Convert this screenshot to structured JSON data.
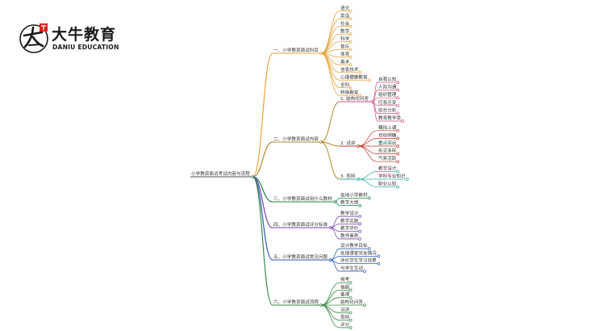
{
  "brand": {
    "name_cn": "大牛教育",
    "name_en": "DANIU EDUCATION",
    "accent": "#d9251c"
  },
  "diagram": {
    "root": "小学教资面试考试内容与流程",
    "branches": [
      {
        "label": "一、小学教资面试科目",
        "color": "#e8a33a",
        "leaves": [
          "语文",
          "英语",
          "社会",
          "数学",
          "科学",
          "音乐",
          "体育",
          "美术",
          "信息技术",
          "心理健康教育",
          "全科",
          "特殊教育"
        ]
      },
      {
        "label": "二、小学教资面试内容",
        "color": "#b38a2e",
        "children": [
          {
            "label": "1. 结构化问答",
            "color": "#d94f8a",
            "leaves": [
              "自我认知",
              "人际沟通",
              "组织管理",
              "应急应变",
              "综合分析",
              "教育教学类"
            ]
          },
          {
            "label": "2. 试讲",
            "color": "#c0392b",
            "leaves": [
              "模拟上课",
              "目标明确",
              "重点突出",
              "形式多样",
              "气氛活跃"
            ]
          },
          {
            "label": "3. 答辩",
            "color": "#2bb0a8",
            "leaves": [
              "教学设计",
              "学科专业知识",
              "职业认知"
            ]
          }
        ]
      },
      {
        "label": "三、小学教资面试用什么教材",
        "color": "#1f8a4c",
        "leaves": [
          "各地小学教材",
          "教学大纲"
        ]
      },
      {
        "label": "四、小学教资面试评分标准",
        "color": "#7a45a8",
        "leaves": [
          "教学设计",
          "教学实施",
          "教学评价",
          "教师素养"
        ]
      },
      {
        "label": "五、小学教资面试常见问题",
        "color": "#2f5fb3",
        "leaves": [
          "设计教学目标",
          "处理课堂突发情况",
          "评价学生学习效果",
          "与学生互动"
        ]
      },
      {
        "label": "六、小学教资面试流程",
        "color": "#3a8a4a",
        "leaves": [
          "候考",
          "抽题",
          "备课",
          "结构化问答",
          "试讲",
          "答辩",
          "评分"
        ]
      }
    ]
  }
}
